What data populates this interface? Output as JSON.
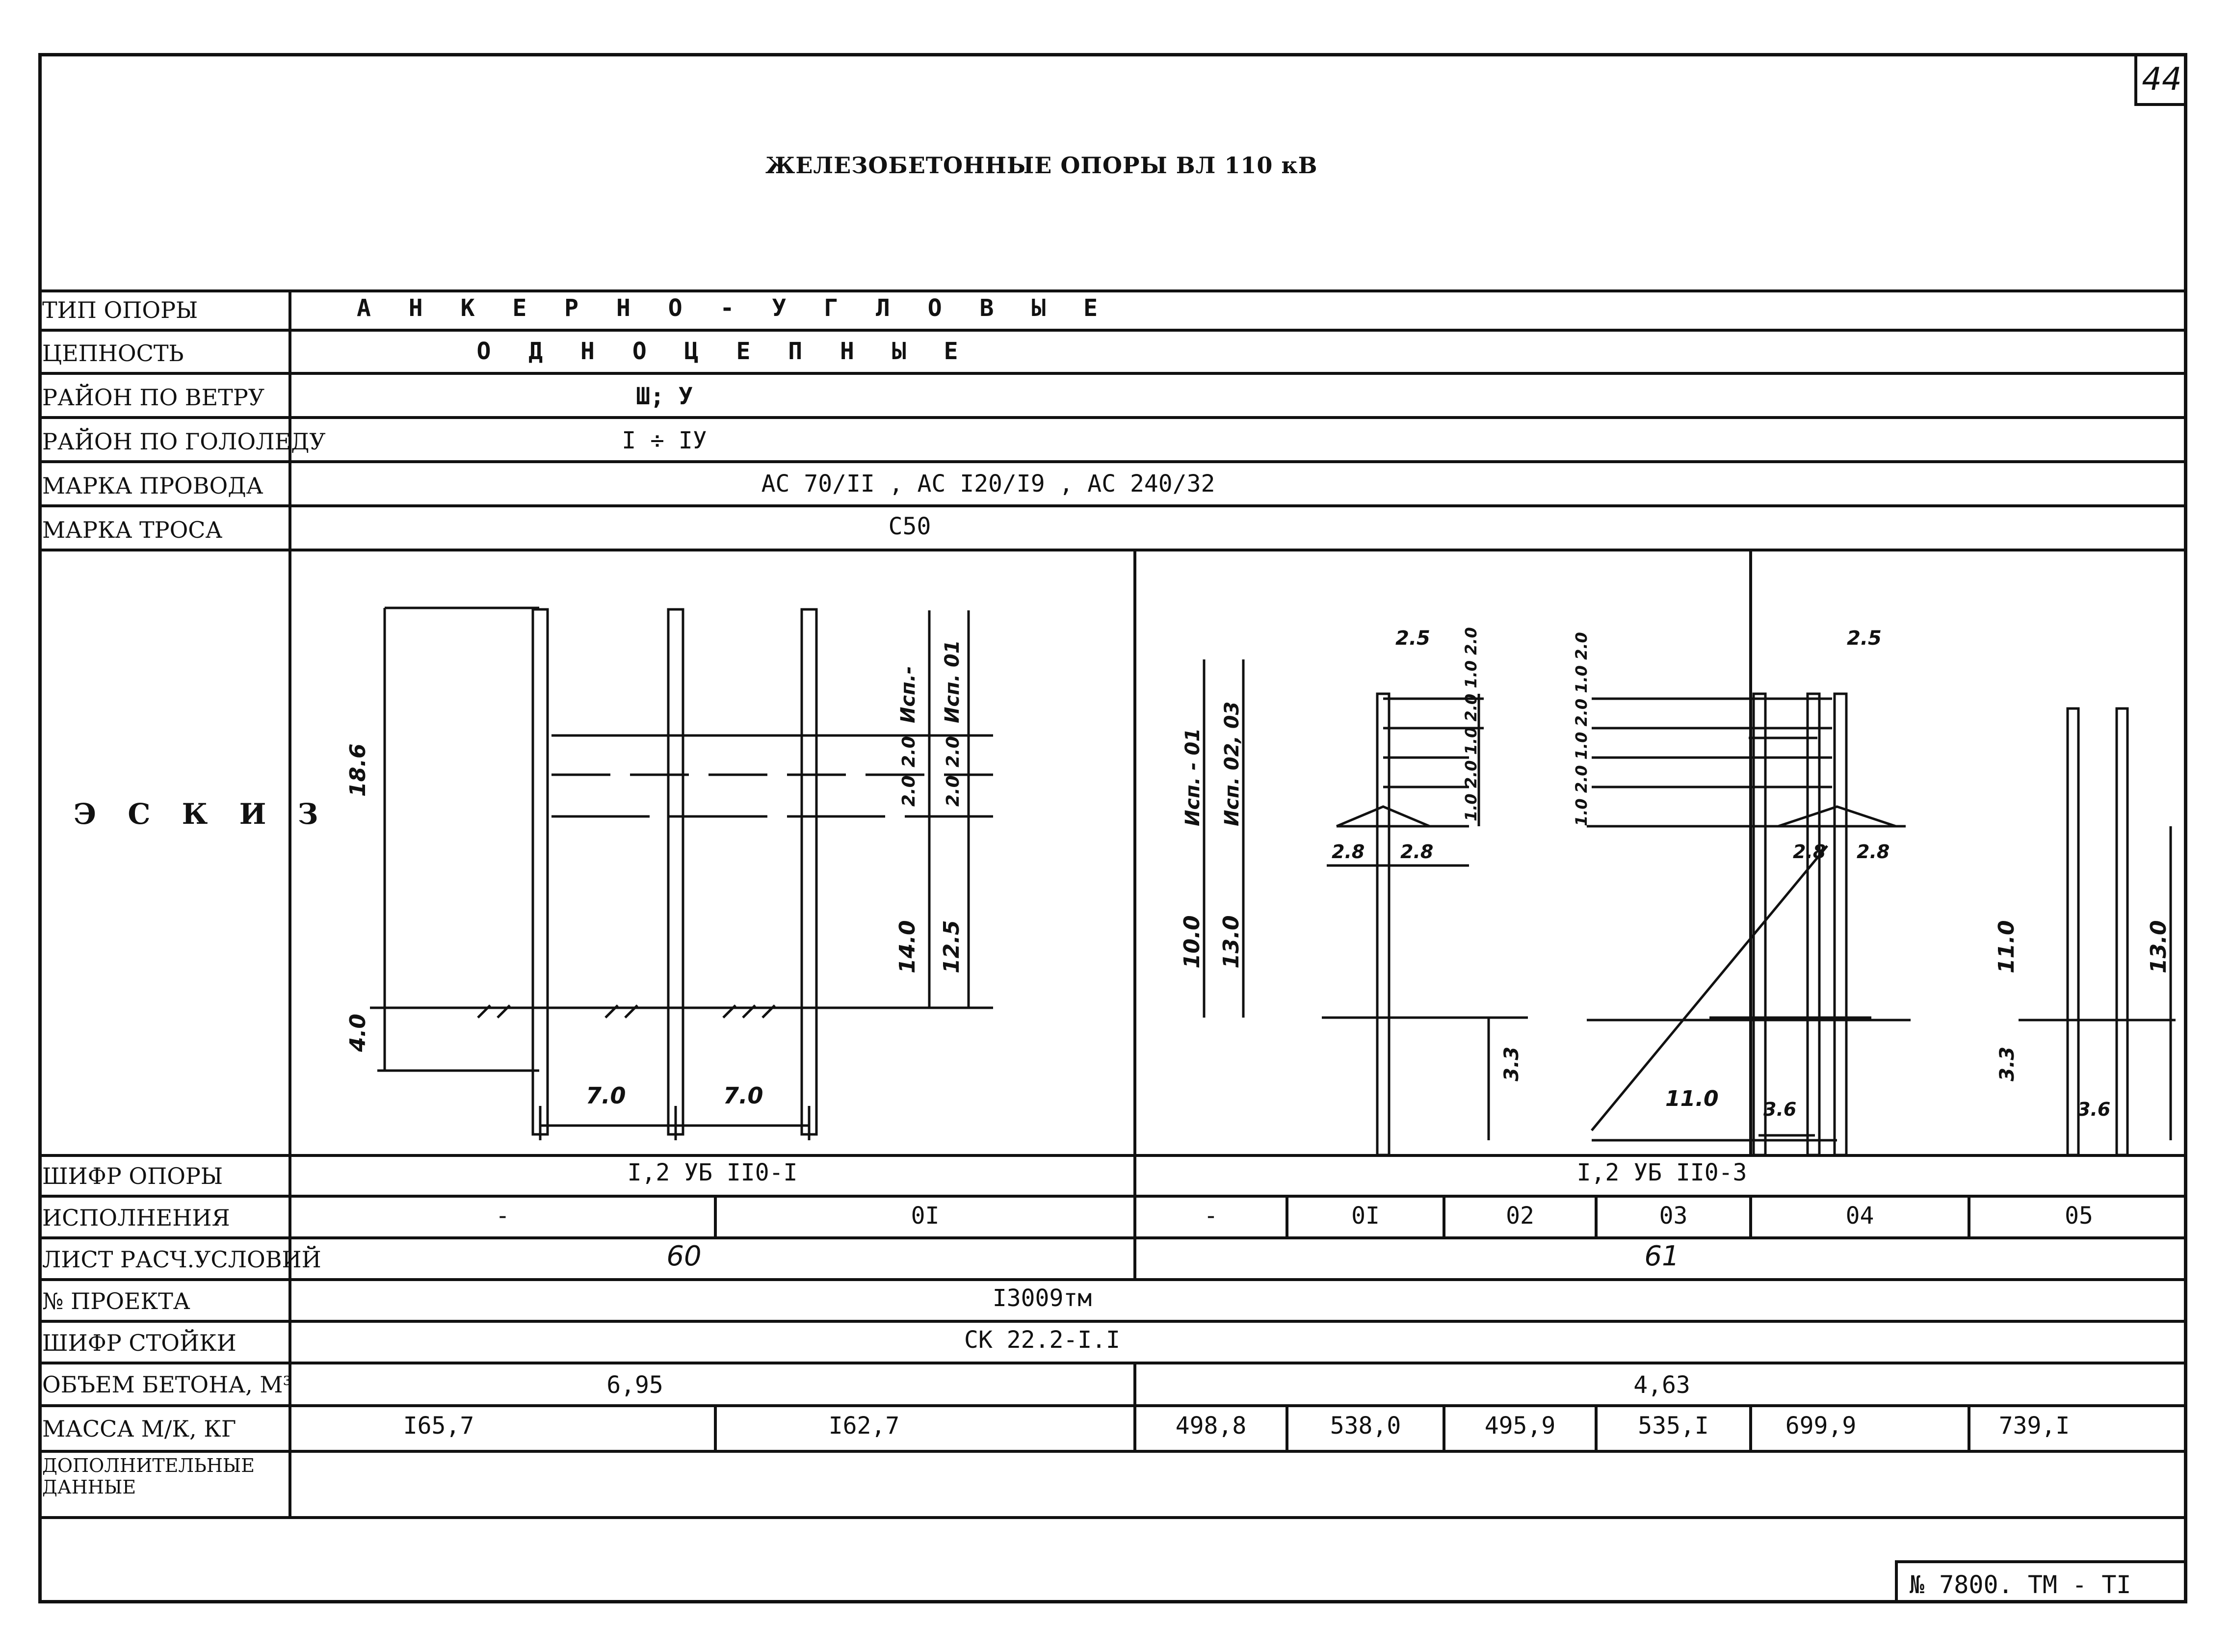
{
  "page_number": "44",
  "title": "ЖЕЛЕЗОБЕТОННЫЕ ОПОРЫ ВЛ 110 кВ",
  "rows": {
    "type": {
      "label": "ТИП ОПОРЫ",
      "value": "А Н К Е Р Н О - У Г Л О В Ы Е"
    },
    "circuits": {
      "label": "ЦЕПНОСТЬ",
      "value": "О Д Н О Ц Е П Н Ы Е"
    },
    "wind": {
      "label": "РАЙОН ПО ВЕТРУ",
      "value": "Ш; У"
    },
    "ice": {
      "label": "РАЙОН ПО ГОЛОЛЕДУ",
      "value": "I ÷ IУ"
    },
    "wire": {
      "label": "МАРКА ПРОВОДА",
      "value": "АС 70/II , АС I20/I9 , АС 240/32"
    },
    "cable": {
      "label": "МАРКА ТРОСА",
      "value": "С50"
    },
    "sketch": {
      "label": "Э С К И З"
    },
    "code": {
      "label": "ШИФР ОПОРЫ",
      "left": "I,2 УБ II0-I",
      "right": "I,2 УБ II0-3"
    },
    "versions": {
      "label": "ИСПОЛНЕНИЯ",
      "values": [
        "-",
        "0I",
        "-",
        "0I",
        "02",
        "03",
        "04",
        "05"
      ]
    },
    "sheet": {
      "label": "ЛИСТ РАСЧ.УСЛОВИЙ",
      "left": "60",
      "right": "61"
    },
    "project": {
      "label": "№ ПРОЕКТА",
      "value": "I3009тм"
    },
    "post": {
      "label": "ШИФР СТОЙКИ",
      "value": "СК 22.2-I.I"
    },
    "concrete": {
      "label": "ОБЪЕМ БЕТОНА, М³",
      "left": "6,95",
      "right": "4,63"
    },
    "mass": {
      "label": "МАССА М/К, КГ",
      "values": [
        "I65,7",
        "I62,7",
        "498,8",
        "538,0",
        "495,9",
        "535,I",
        "699,9",
        "739,I"
      ]
    },
    "extra": {
      "label_line1": "ДОПОЛНИТЕЛЬНЫЕ",
      "label_line2": "ДАННЫЕ"
    }
  },
  "sketch_dims": {
    "a": {
      "h_total": "18.6",
      "h_lower": "14.0",
      "h_lower_01": "12.5",
      "embed": "4.0",
      "span1": "7.0",
      "span2": "7.0",
      "g1": "2.0",
      "g2": "2.0",
      "g3": "2.0",
      "g4": "2.0",
      "ver_dash": "Исп.-",
      "ver_01": "Исп. 01"
    },
    "b": {
      "top": "2.5",
      "arm_l": "2.8",
      "arm_r": "2.8",
      "h_lower": "10.0",
      "h_lower2": "13.0",
      "embed": "3.3",
      "base": "3.6",
      "ver_a": "Исп. - 01",
      "ver_b": "Исп. 02, 03",
      "steps": "1.0 2.0 1.0 2.0 1.0 2.0"
    },
    "c": {
      "top": "2.5",
      "arm_l": "2.8",
      "arm_r": "2.8",
      "h1": "11.0",
      "h2": "13.0",
      "embed": "3.3",
      "base": "3.6",
      "stay": "11.0",
      "steps": "1.0 2.0 1.0 2.0 1.0 2.0"
    }
  },
  "stamp": "№ 7800. ТМ - ТI"
}
